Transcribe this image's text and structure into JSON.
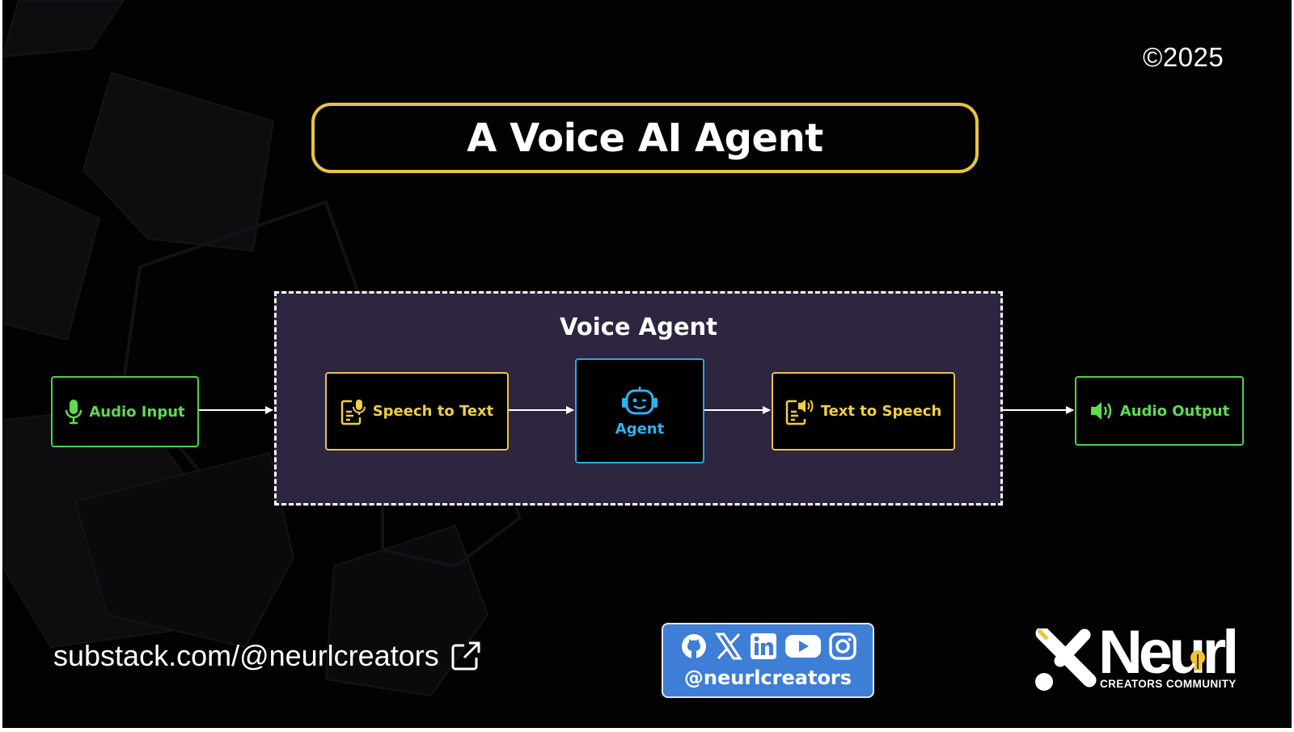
{
  "copyright": "©2025",
  "title": "A Voice AI Agent",
  "group": {
    "title": "Voice Agent"
  },
  "nodes": {
    "audio_input": {
      "label": "Audio Input",
      "icon": "microphone-icon",
      "color": "#47d44b"
    },
    "speech_to_text": {
      "label": "Speech to Text",
      "icon": "speech-to-text-icon",
      "color": "#e8c445"
    },
    "agent": {
      "label": "Agent",
      "icon": "robot-icon",
      "color": "#28a9e6"
    },
    "text_to_speech": {
      "label": "Text to Speech",
      "icon": "text-to-speech-icon",
      "color": "#e8c445"
    },
    "audio_output": {
      "label": "Audio Output",
      "icon": "speaker-icon",
      "color": "#47d44b"
    }
  },
  "flow": [
    "Audio Input",
    "Speech to Text",
    "Agent",
    "Text to Speech",
    "Audio Output"
  ],
  "footer": {
    "link_text": "substack.com/@neurlcreators",
    "link_icon": "external-link-icon",
    "social": {
      "icons": [
        "github-icon",
        "x-icon",
        "linkedin-icon",
        "youtube-icon",
        "instagram-icon"
      ],
      "handle": "@neurlcreators"
    },
    "logo": {
      "word": "Neurl",
      "tagline": "CREATORS COMMUNITY"
    }
  },
  "colors": {
    "background": "#020202",
    "accent_gold": "#e8c445",
    "group_fill": "#2e2540",
    "social_blue": "#3f7ed6"
  }
}
